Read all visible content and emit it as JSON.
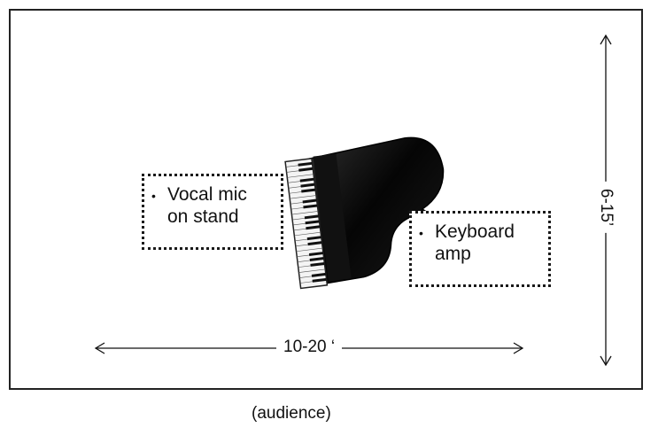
{
  "stage": {
    "vocal_mic": {
      "line1": "Vocal mic",
      "line2": "on stand"
    },
    "keyboard_amp": {
      "line1": "Keyboard",
      "line2": "amp"
    },
    "width_dimension": "10-20 ‘",
    "depth_dimension": "6-15’",
    "piano_icon": "grand-piano"
  },
  "audience_label": "(audience)"
}
